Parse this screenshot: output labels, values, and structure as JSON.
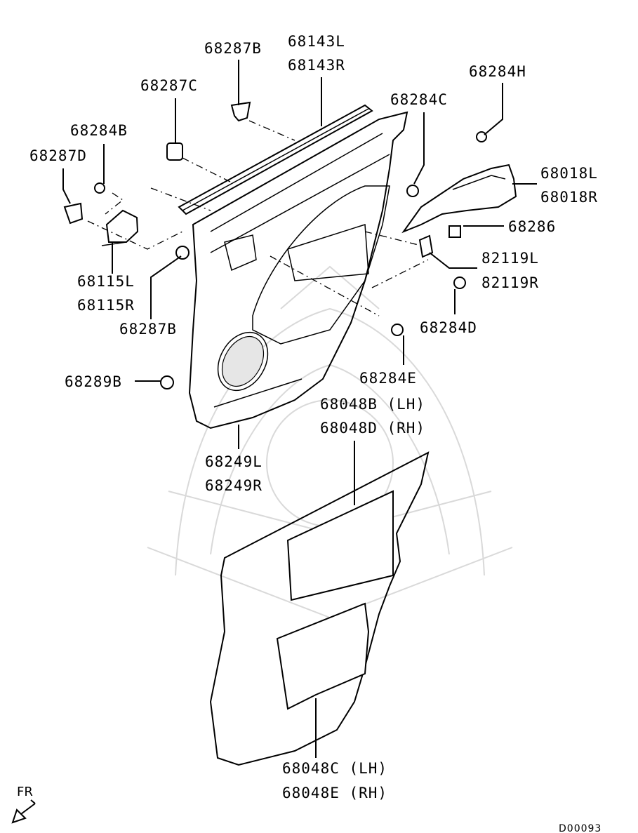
{
  "parts": {
    "p68143L": "68143L",
    "p68143R": "68143R",
    "p68287B_top": "68287B",
    "p68287C": "68287C",
    "p68284H": "68284H",
    "p68284C": "68284C",
    "p68284B": "68284B",
    "p68287D": "68287D",
    "p68018L": "68018L",
    "p68018R": "68018R",
    "p68286": "68286",
    "p82119L": "82119L",
    "p82119R": "82119R",
    "p68115L": "68115L",
    "p68115R": "68115R",
    "p68287B_bottom": "68287B",
    "p68284D": "68284D",
    "p68284E": "68284E",
    "p68289B": "68289B",
    "p68048B": "68048B (LH)",
    "p68048D": "68048D (RH)",
    "p68249L": "68249L",
    "p68249R": "68249R",
    "p68048C": "68048C (LH)",
    "p68048E": "68048E (RH)"
  },
  "orientation_label": "FR",
  "diagram_code": "D00093"
}
